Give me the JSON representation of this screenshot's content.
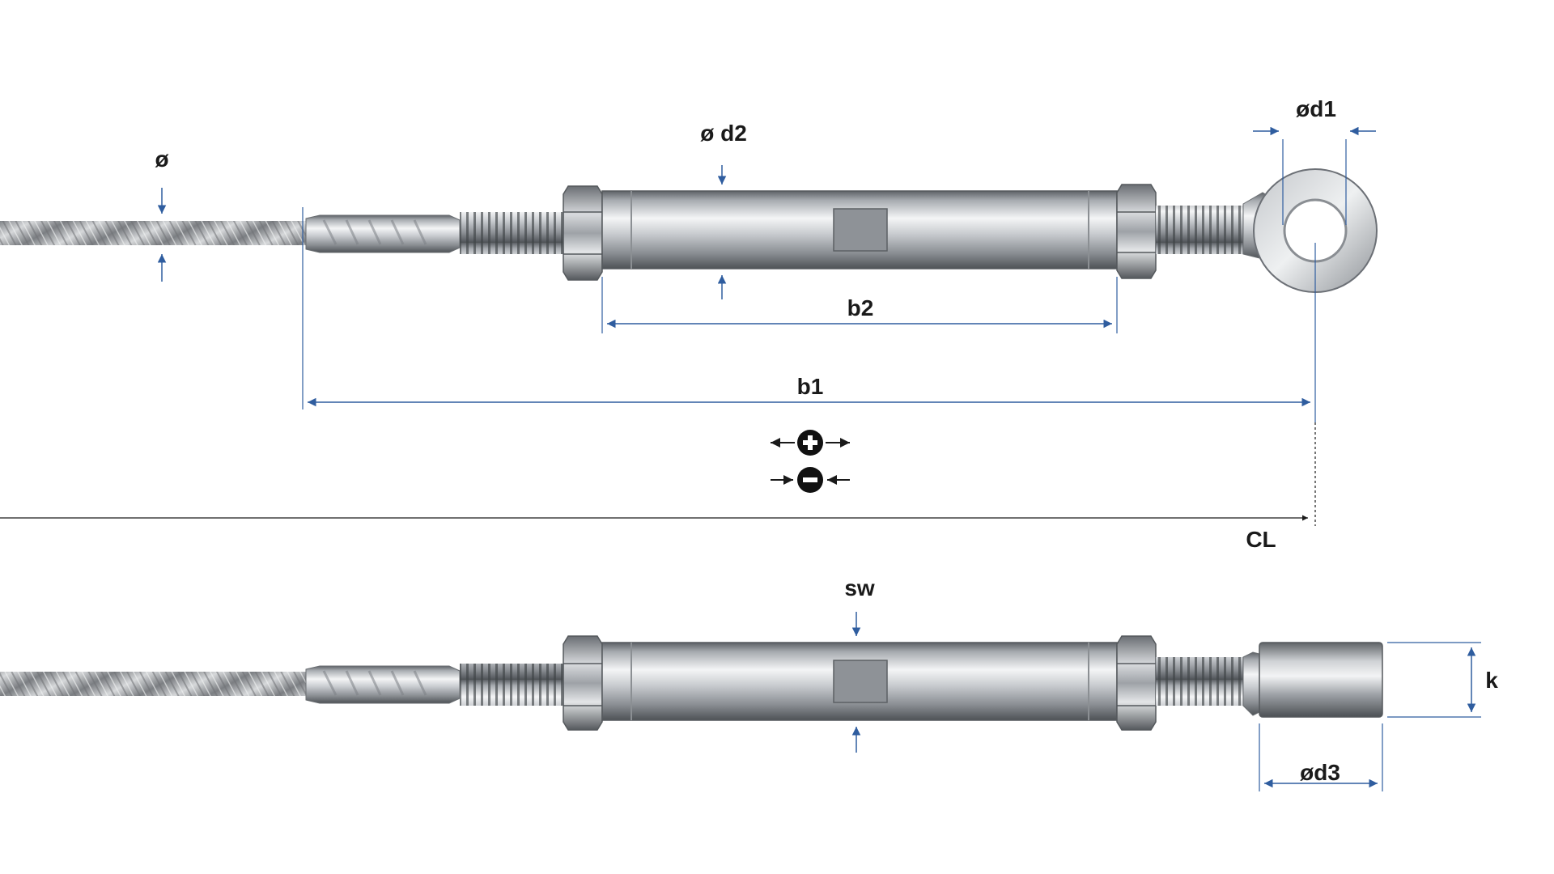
{
  "labels": {
    "cable_diameter": "ø",
    "body_diameter": "ø d2",
    "eye_inner_diameter": "ød1",
    "body_length": "b2",
    "overall_length": "b1",
    "centerline": "CL",
    "wrench_size": "sw",
    "eye_thickness": "k",
    "eye_outer_diameter": "ød3"
  },
  "icons": {
    "tighten": "plus-circle-icon",
    "loosen": "minus-circle-icon"
  },
  "colors": {
    "dimension_line": "#2f5d9f",
    "text": "#1a1a1a",
    "steel_light": "#eceef0",
    "steel_dark": "#6c7076",
    "cable": "#a9acae"
  }
}
